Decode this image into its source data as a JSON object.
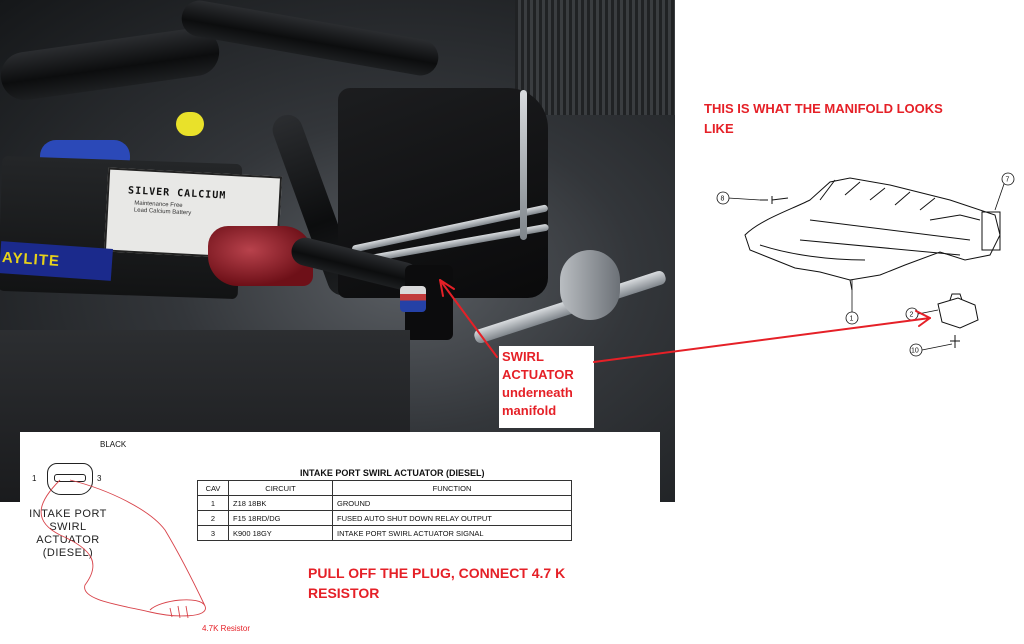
{
  "photo": {
    "battery_brand": "SILVER CALCIUM",
    "battery_sub": "Maintenance Free\nLead Calcium Battery",
    "battery_stripe": "AYLITE"
  },
  "labels": {
    "top_note": "THIS IS WHAT THE MANIFOLD LOOKS LIKE",
    "swirl_label": "SWIRL ACTUATOR underneath manifold",
    "bottom_note": "PULL OFF THE PLUG, CONNECT 4.7 K RESISTOR",
    "resistor": "4.7K Resistor"
  },
  "connector": {
    "black_label": "BLACK",
    "pin_left": "1",
    "pin_right": "3",
    "caption": "INTAKE PORT SWIRL ACTUATOR (DIESEL)"
  },
  "table": {
    "title": "INTAKE PORT SWIRL ACTUATOR (DIESEL)",
    "headers": [
      "CAV",
      "CIRCUIT",
      "FUNCTION"
    ],
    "rows": [
      [
        "1",
        "Z18 18BK",
        "GROUND"
      ],
      [
        "2",
        "F15 18RD/DG",
        "FUSED AUTO SHUT DOWN RELAY OUTPUT"
      ],
      [
        "3",
        "K900 18GY",
        "INTAKE PORT SWIRL ACTUATOR SIGNAL"
      ]
    ]
  },
  "callouts": {
    "c8": "8",
    "c7": "7",
    "c1": "1",
    "c2": "2",
    "c10": "10"
  },
  "colors": {
    "annotation_red": "#e52027"
  }
}
